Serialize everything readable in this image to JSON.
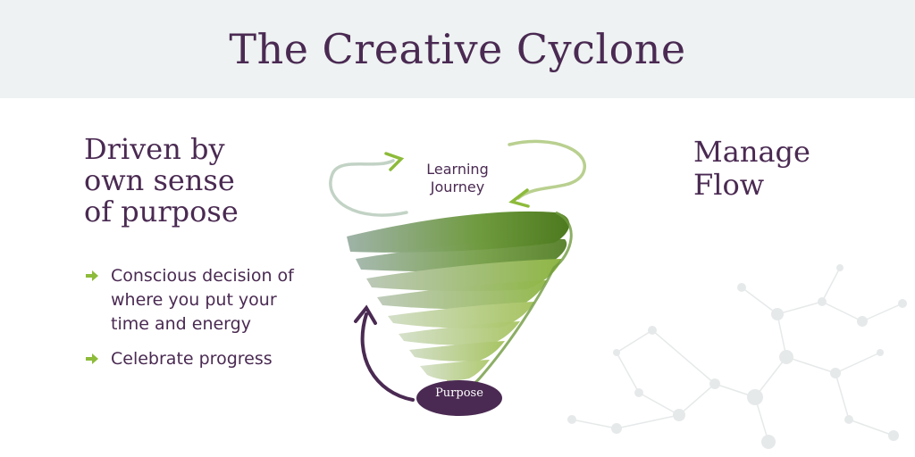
{
  "header": {
    "title": "The Creative Cyclone"
  },
  "left": {
    "heading_lines": [
      "Driven by",
      "own sense",
      "of purpose"
    ],
    "bullets": [
      {
        "lines": [
          "Conscious decision of",
          "where you put your",
          "time and energy"
        ]
      },
      {
        "lines": [
          "Celebrate progress"
        ]
      }
    ]
  },
  "right": {
    "heading_lines": [
      "Manage",
      "Flow"
    ]
  },
  "diagram": {
    "top_label_lines": [
      "Learning",
      "Journey"
    ],
    "base_label": "Purpose"
  },
  "icons": {
    "bullet": "arrow-right-icon"
  },
  "colors": {
    "title": "#4a2a52",
    "header_bg": "#eef2f2",
    "accent_green": "#8dbb3a",
    "dark_green": "#4e7a2a",
    "light_green": "#c9dba3",
    "purple": "#4a2a52"
  }
}
